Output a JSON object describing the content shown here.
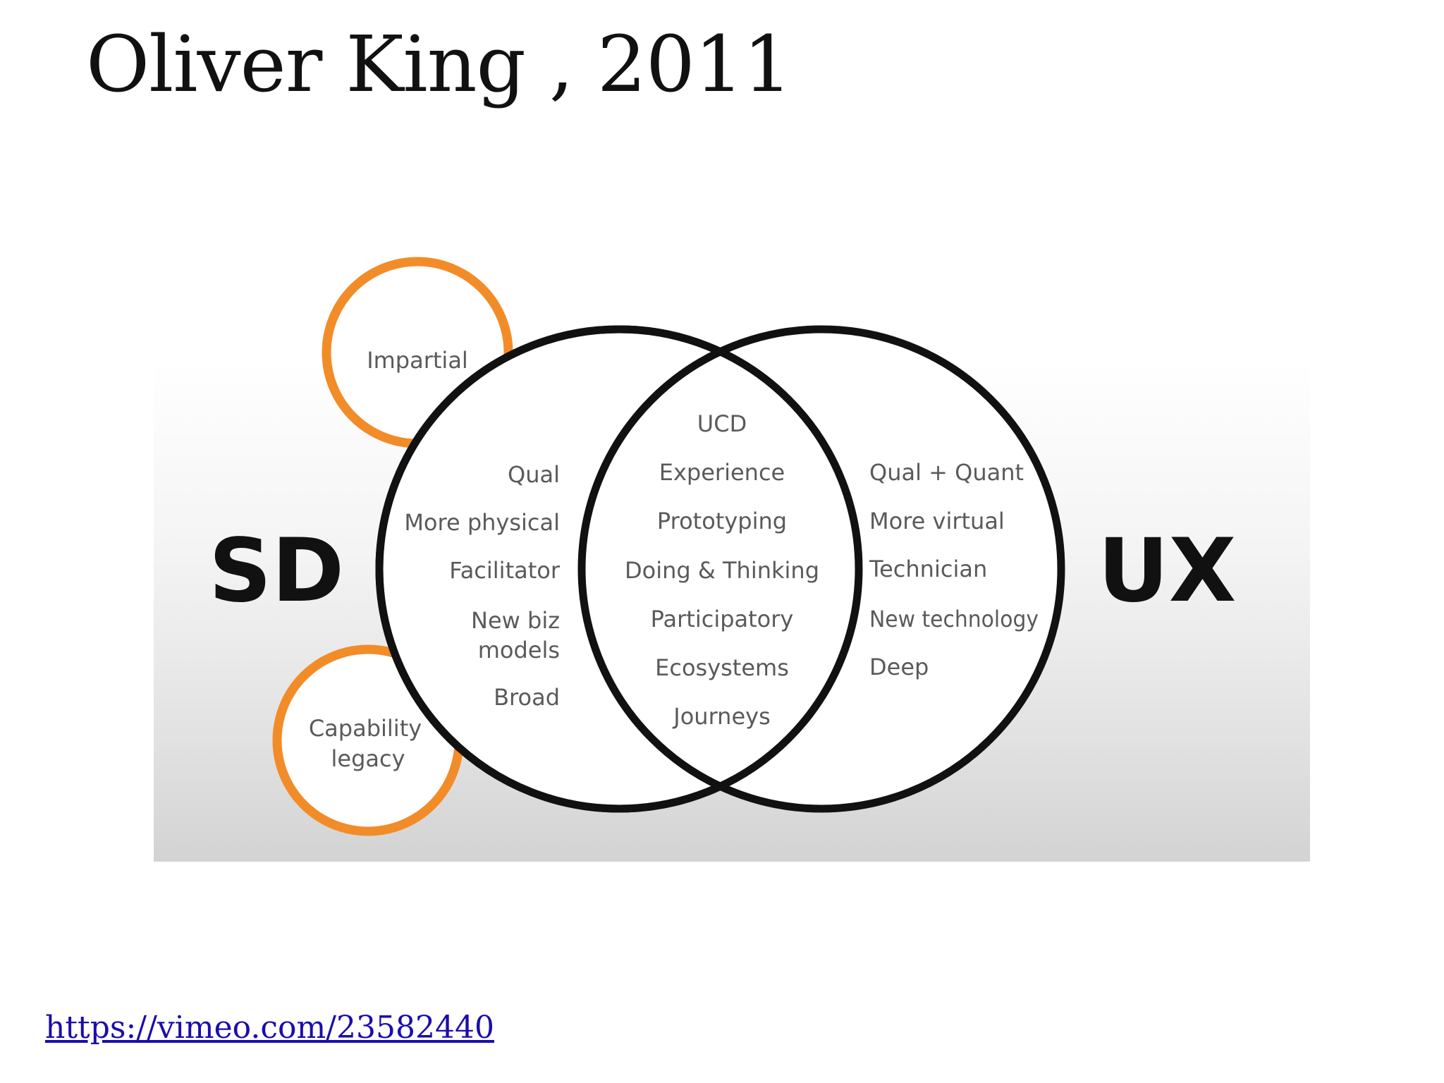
{
  "slide": {
    "title": "Oliver King , 2011",
    "source_link": "https://vimeo.com/23582440"
  },
  "diagram": {
    "left_circle_label": "SD",
    "right_circle_label": "UX",
    "orange_circles": {
      "top": "Impartial",
      "bottom_lines": [
        "Capability",
        "legacy"
      ]
    },
    "sd_only": [
      "Qual",
      "More physical",
      "Facilitator",
      "New biz",
      "models",
      "Broad"
    ],
    "overlap": [
      "UCD",
      "Experience",
      "Prototyping",
      "Doing & Thinking",
      "Participatory",
      "Ecosystems",
      "Journeys"
    ],
    "ux_only": [
      "Qual + Quant",
      "More virtual",
      "Technician",
      "New technology",
      "Deep"
    ],
    "colors": {
      "accent_orange": "#f28c28",
      "circle_stroke": "#111111",
      "label_text": "#5a5a5a"
    }
  }
}
